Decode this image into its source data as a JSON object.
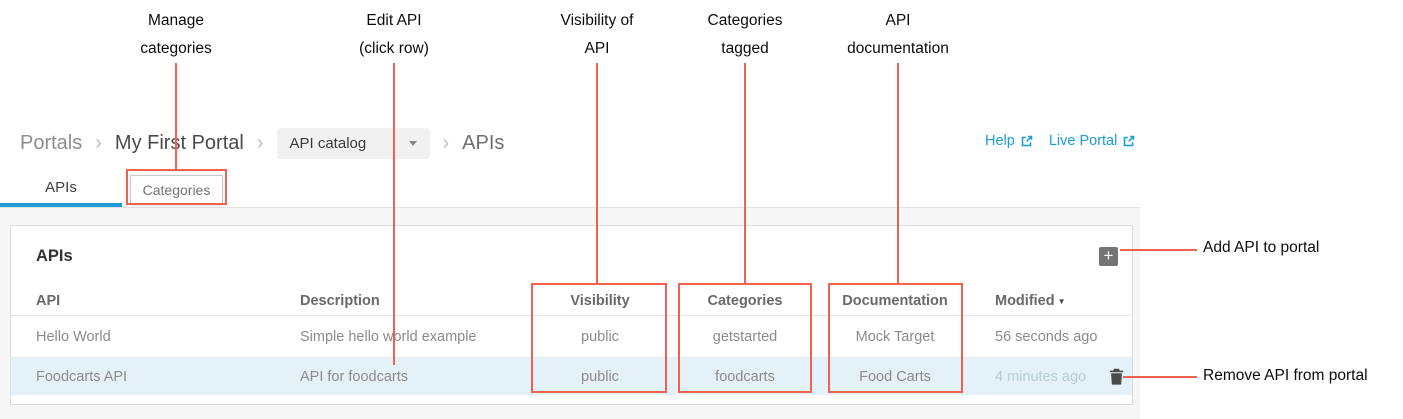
{
  "annotations": {
    "line_color": "#f0614e",
    "top_labels": [
      {
        "line1": "Manage",
        "line2": "categories"
      },
      {
        "line1": "Edit API",
        "line2": "(click row)"
      },
      {
        "line1": "Visibility of",
        "line2": "API"
      },
      {
        "line1": "Categories",
        "line2": "tagged"
      },
      {
        "line1": "API",
        "line2": "documentation"
      }
    ],
    "right_labels": [
      {
        "text": "Add API to portal"
      },
      {
        "text": "Remove API from portal"
      }
    ]
  },
  "breadcrumb": {
    "root": "Portals",
    "separator": "›",
    "portal": "My First Portal",
    "dropdown_value": "API catalog",
    "current_page": "APIs"
  },
  "header_links": {
    "help": "Help",
    "live_portal": "Live Portal",
    "link_color": "#1a9edb"
  },
  "tabs": {
    "apis": "APIs",
    "categories": "Categories",
    "active_tab": "APIs",
    "active_underline_color": "#1f9bd7"
  },
  "panel": {
    "title": "APIs",
    "add_button_icon": "+",
    "table": {
      "headers": {
        "api": "API",
        "description": "Description",
        "visibility": "Visibility",
        "categories": "Categories",
        "documentation": "Documentation",
        "modified": "Modified",
        "sort_indicator": "▼"
      },
      "rows": [
        {
          "api": "Hello World",
          "description": "Simple hello world example",
          "visibility": "public",
          "categories": "getstarted",
          "documentation": "Mock Target",
          "modified": "56 seconds ago"
        },
        {
          "api": "Foodcarts API",
          "description": "API for foodcarts",
          "visibility": "public",
          "categories": "foodcarts",
          "documentation": "Food Carts",
          "modified": "4 minutes ago"
        }
      ],
      "selected_row": "Foodcarts API",
      "selected_row_color": "#e5f1f8"
    }
  }
}
